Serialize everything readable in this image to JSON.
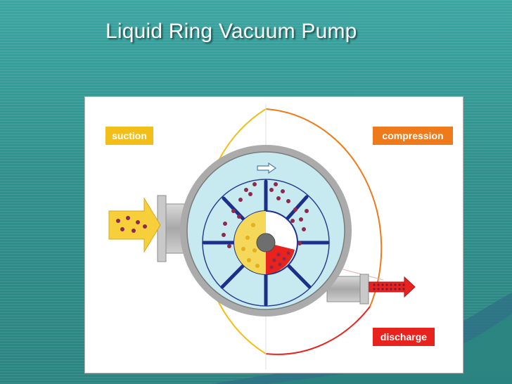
{
  "slide": {
    "title": "Liquid Ring Vacuum Pump"
  },
  "diagram": {
    "labels": {
      "suction": "suction",
      "compression": "compression",
      "discharge": "discharge"
    },
    "colors": {
      "suction": "#f2bf1a",
      "compression": "#ef7a1b",
      "discharge": "#e8231d",
      "casing": "#9a9a9a",
      "liquid_ring": "#c7eaf0",
      "vanes": "#1c2f8a",
      "gas_particles": "#8b2a4e"
    }
  }
}
